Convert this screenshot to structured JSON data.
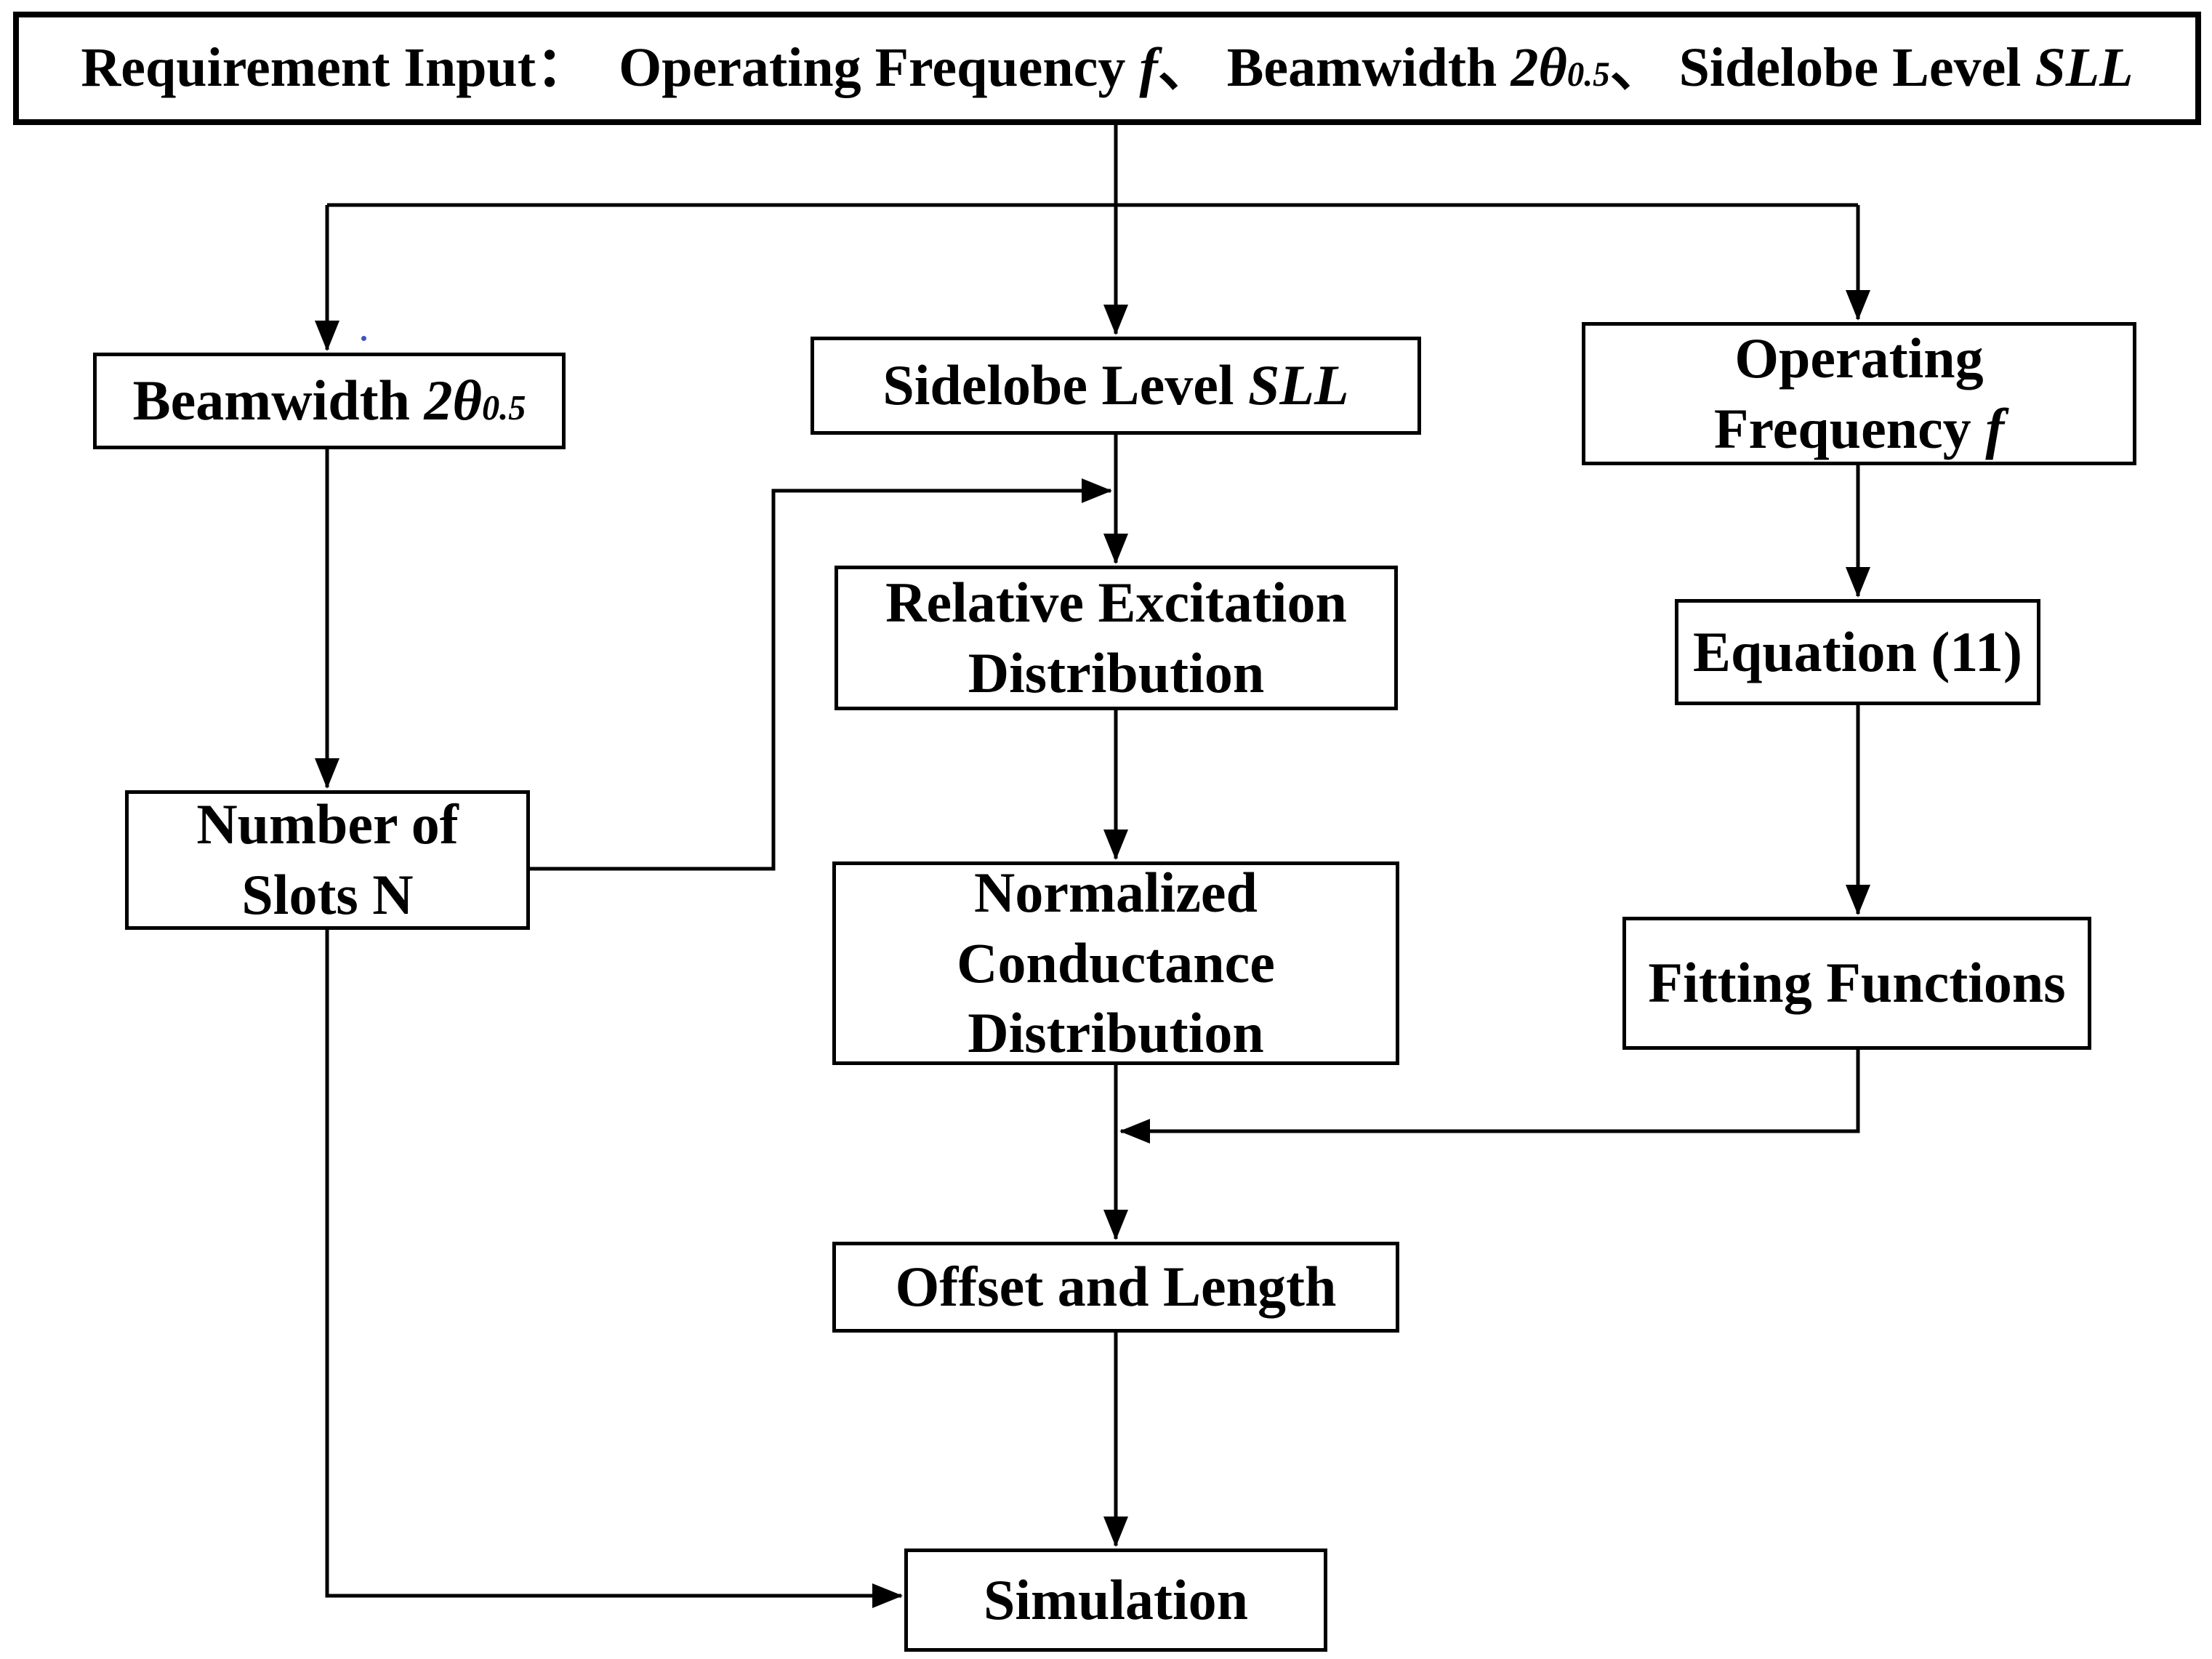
{
  "figure": {
    "type": "flowchart",
    "background_color": "#ffffff",
    "line_color": "#000000",
    "text_color": "#000000"
  },
  "nodes": {
    "requirement": {
      "lines": [
        [
          {
            "text": "Requirement Input：  Operating Frequency ",
            "style": "b"
          },
          {
            "text": "f",
            "style": "i"
          },
          {
            "text": "、 Beamwidth ",
            "style": "b"
          },
          {
            "text": "2θ",
            "style": "i"
          },
          {
            "text": "0.5",
            "style": "sub"
          },
          {
            "text": "、 Sidelobe Level ",
            "style": "b"
          },
          {
            "text": "SLL",
            "style": "i"
          }
        ]
      ]
    },
    "beamwidth": {
      "lines": [
        [
          {
            "text": "Beamwidth ",
            "style": "b"
          },
          {
            "text": "2θ",
            "style": "i"
          },
          {
            "text": "0.5",
            "style": "sub"
          }
        ]
      ]
    },
    "sidelobe": {
      "lines": [
        [
          {
            "text": "Sidelobe Level ",
            "style": "b"
          },
          {
            "text": "SLL",
            "style": "i"
          }
        ]
      ]
    },
    "operating_frequency": {
      "lines": [
        [
          {
            "text": "Operating",
            "style": "b"
          }
        ],
        [
          {
            "text": "Frequency ",
            "style": "b"
          },
          {
            "text": "f",
            "style": "i"
          }
        ]
      ]
    },
    "relative_excitation": {
      "lines": [
        [
          {
            "text": "Relative Excitation",
            "style": "b"
          }
        ],
        [
          {
            "text": "Distribution",
            "style": "b"
          }
        ]
      ]
    },
    "equation_11": {
      "lines": [
        [
          {
            "text": "Equation (11)",
            "style": "b"
          }
        ]
      ]
    },
    "number_of_slots": {
      "lines": [
        [
          {
            "text": "Number of",
            "style": "b"
          }
        ],
        [
          {
            "text": "Slots N",
            "style": "b"
          }
        ]
      ]
    },
    "normalized_conductance": {
      "lines": [
        [
          {
            "text": "Normalized",
            "style": "b"
          }
        ],
        [
          {
            "text": "Conductance",
            "style": "b"
          }
        ],
        [
          {
            "text": "Distribution",
            "style": "b"
          }
        ]
      ]
    },
    "fitting_functions": {
      "lines": [
        [
          {
            "text": "Fitting Functions",
            "style": "b"
          }
        ]
      ]
    },
    "offset_and_length": {
      "lines": [
        [
          {
            "text": "Offset and Length",
            "style": "b"
          }
        ]
      ]
    },
    "simulation": {
      "lines": [
        [
          {
            "text": "Simulation",
            "style": "b"
          }
        ]
      ]
    }
  }
}
